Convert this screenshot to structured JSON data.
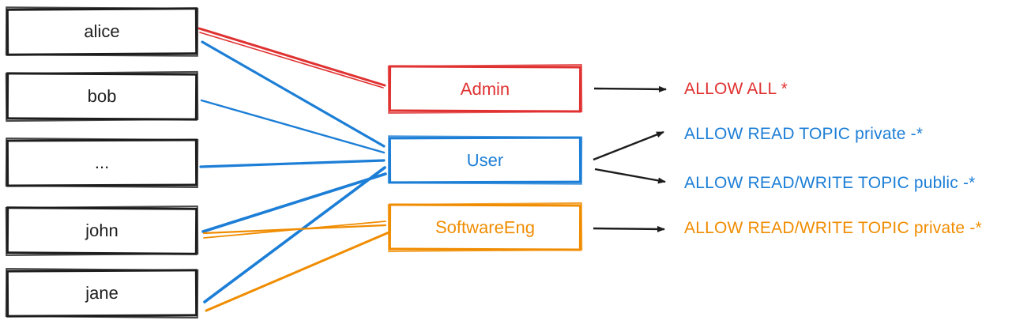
{
  "diagram": {
    "title_hint": "users to roles to ACL permissions mapping",
    "users": [
      {
        "label": "alice"
      },
      {
        "label": "bob"
      },
      {
        "label": "..."
      },
      {
        "label": "john"
      },
      {
        "label": "jane"
      }
    ],
    "roles": [
      {
        "label": "Admin",
        "color": "#e03131"
      },
      {
        "label": "User",
        "color": "#1c7ed6"
      },
      {
        "label": "SoftwareEng",
        "color": "#f08c00"
      }
    ],
    "permissions": [
      {
        "label": "ALLOW ALL *",
        "color": "#e03131"
      },
      {
        "label": "ALLOW READ TOPIC private -*",
        "color": "#1c7ed6"
      },
      {
        "label": "ALLOW READ/WRITE TOPIC public -*",
        "color": "#1c7ed6"
      },
      {
        "label": "ALLOW READ/WRITE TOPIC private -*",
        "color": "#f08c00"
      }
    ],
    "user_role_assignments": [
      {
        "user": "alice",
        "role": "Admin"
      },
      {
        "user": "alice",
        "role": "User"
      },
      {
        "user": "bob",
        "role": "User"
      },
      {
        "user": "...",
        "role": "User"
      },
      {
        "user": "john",
        "role": "User"
      },
      {
        "user": "john",
        "role": "SoftwareEng"
      },
      {
        "user": "jane",
        "role": "User"
      },
      {
        "user": "jane",
        "role": "SoftwareEng"
      }
    ],
    "role_permission_links": [
      {
        "role": "Admin",
        "permission": "ALLOW ALL *"
      },
      {
        "role": "User",
        "permission": "ALLOW READ TOPIC private -*"
      },
      {
        "role": "User",
        "permission": "ALLOW READ/WRITE TOPIC public -*"
      },
      {
        "role": "SoftwareEng",
        "permission": "ALLOW READ/WRITE TOPIC private -*"
      }
    ],
    "colors": {
      "stroke_black": "#1d1d1d",
      "admin_red": "#e03131",
      "user_blue": "#1c7ed6",
      "softwareeng_orange": "#f08c00"
    }
  }
}
